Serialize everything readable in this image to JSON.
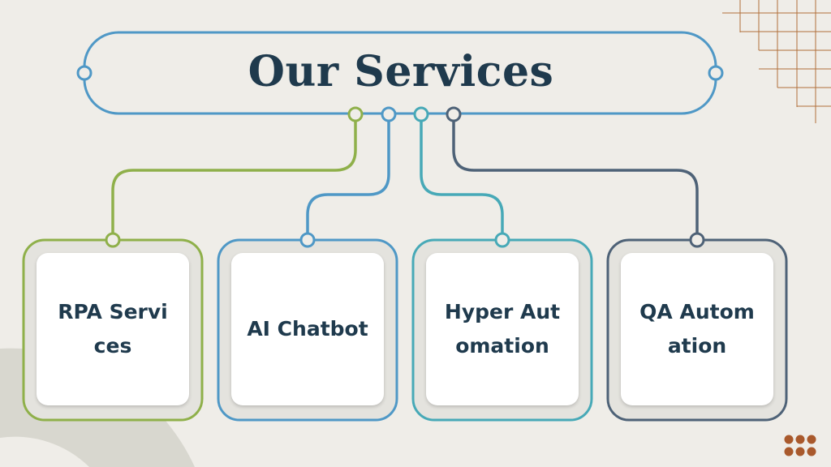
{
  "title": "Our Services",
  "services": [
    {
      "label": "RPA Services",
      "color": "#8fb04a"
    },
    {
      "label": "AI Chatbot",
      "color": "#4f98c6"
    },
    {
      "label": "Hyper Automation",
      "color": "#47a9b7"
    },
    {
      "label": "QA Automation",
      "color": "#4e6277"
    }
  ],
  "colors": {
    "background": "#efede8",
    "title_text": "#1f3a4d",
    "title_frame": "#4f98c6",
    "grid_decor": "#b0703a",
    "dots_decor": "#a9592c",
    "arc_decor": "#d8d7cf"
  }
}
